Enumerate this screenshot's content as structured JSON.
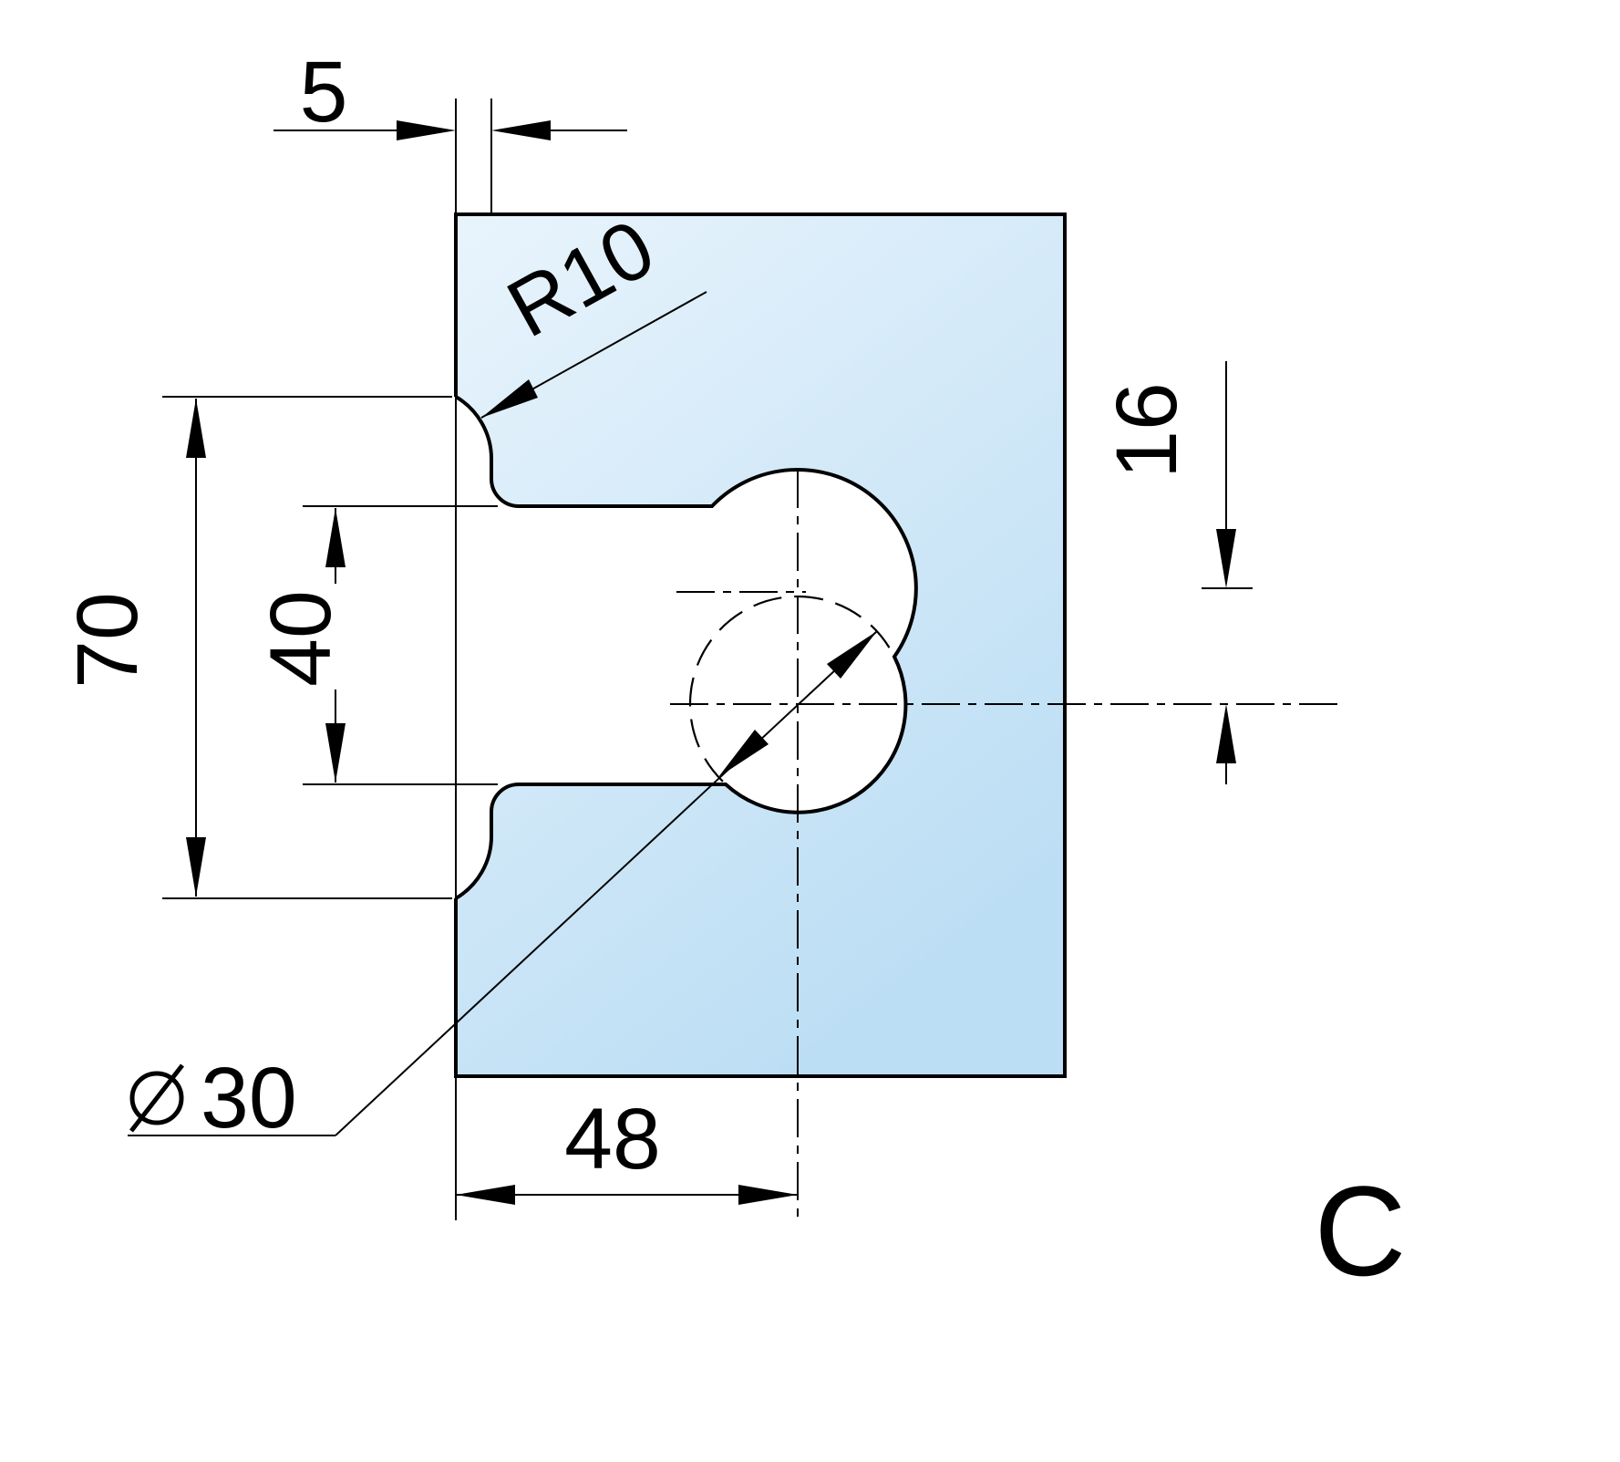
{
  "drawing": {
    "section_label": "C",
    "labels": {
      "edge_offset": "5",
      "corner_radius": "R10",
      "cutout_height": "70",
      "slot_width": "40",
      "center_offset": "16",
      "hole_center_distance": "48",
      "hole_diameter_value": "30",
      "hole_diameter_display": "⌀30"
    },
    "colors": {
      "glass_light": "#e9f4fc",
      "glass_deep": "#bcdef4",
      "line_color": "#000000",
      "background": "#ffffff"
    }
  }
}
